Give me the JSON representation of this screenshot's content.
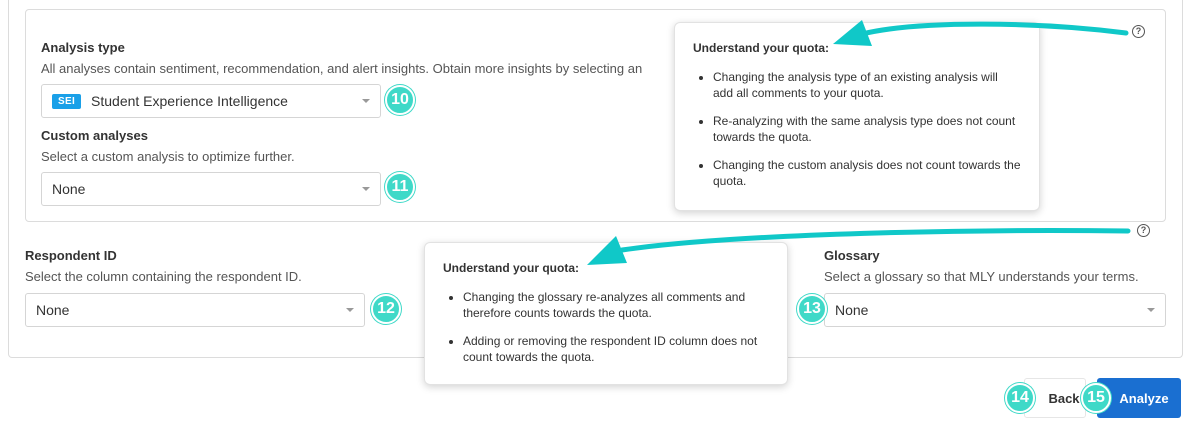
{
  "analysis": {
    "label": "Analysis type",
    "desc": "All analyses contain sentiment, recommendation, and alert insights. Obtain more insights by selecting an",
    "badge": "SEI",
    "selected": "Student Experience Intelligence",
    "step": "10"
  },
  "custom": {
    "label": "Custom analyses",
    "desc": "Select a custom analysis to optimize further.",
    "selected": "None",
    "step": "11"
  },
  "respondent": {
    "label": "Respondent ID",
    "desc": "Select the column containing the respondent ID.",
    "selected": "None",
    "step": "12"
  },
  "glossary": {
    "label": "Glossary",
    "desc": "Select a glossary so that MLY understands your terms.",
    "selected": "None",
    "step": "13"
  },
  "help_icon": "?",
  "tooltip_top": {
    "title": "Understand your quota:",
    "items": [
      "Changing the analysis type of an existing analysis will add all comments to your quota.",
      "Re-analyzing with the same analysis type does not count towards the quota.",
      "Changing the custom analysis does not count towards the quota."
    ]
  },
  "tooltip_bottom": {
    "title": "Understand your quota:",
    "items": [
      "Changing the glossary re-analyzes all comments and therefore counts towards the quota.",
      "Adding or removing the respondent ID column does not count towards the quota."
    ]
  },
  "footer": {
    "back_label": "Back",
    "back_step": "14",
    "analyze_label": "Analyze",
    "analyze_step": "15"
  },
  "colors": {
    "accent": "#1a6fd1",
    "step": "#3fd9c8",
    "badge": "#1aa0e8",
    "annotation_arrow": "#10c8c8"
  }
}
